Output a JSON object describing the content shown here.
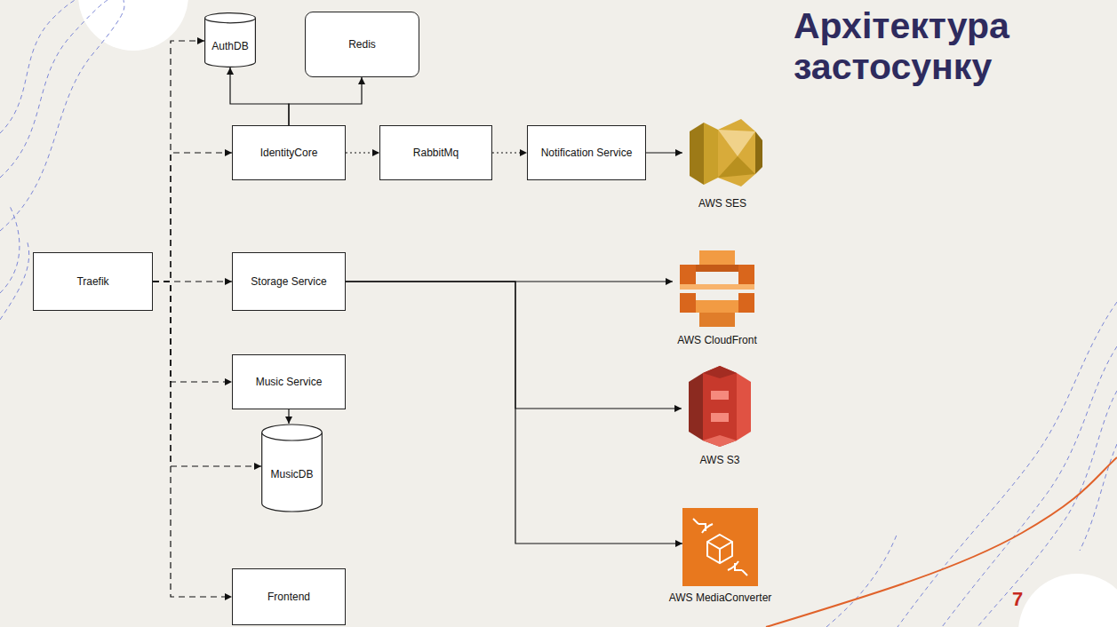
{
  "diagram": {
    "title": "Архітектура застосунку",
    "nodes": [
      {
        "text": [
          "AuthDB"
        ]
      },
      {
        "text": [
          "Redis"
        ]
      },
      {
        "text": [
          "IdentityCore"
        ]
      },
      {
        "text": [
          "RabbitMq"
        ]
      },
      {
        "text": [
          "Notification Service"
        ]
      },
      {
        "text": [
          "AWS SES"
        ]
      },
      {
        "text": [
          "Traefik"
        ]
      },
      {
        "text": [
          "Storage Service"
        ]
      },
      {
        "text": [
          "AWS CloudFront"
        ]
      },
      {
        "text": [
          "Music Service"
        ]
      },
      {
        "text": [
          "AWS S3"
        ]
      },
      {
        "text": [
          "MusicDB"
        ]
      },
      {
        "text": [
          "AWS MediaConverter"
        ]
      },
      {
        "text": [
          "Frontend"
        ]
      }
    ],
    "edges": [
      {
        "from": 2,
        "to": 0,
        "arrow": "to"
      },
      {
        "from": 2,
        "to": 1,
        "arrow": "to"
      },
      {
        "from": 2,
        "to": 3,
        "arrow": "to"
      },
      {
        "from": 3,
        "to": 4,
        "arrow": "to"
      },
      {
        "from": 4,
        "to": 5,
        "arrow": "to"
      },
      {
        "from": 6,
        "to": 0,
        "arrow": "to"
      },
      {
        "from": 6,
        "to": 2,
        "arrow": "to"
      },
      {
        "from": 6,
        "to": 7,
        "arrow": "to"
      },
      {
        "from": 6,
        "to": 9,
        "arrow": "to"
      },
      {
        "from": 6,
        "to": 11,
        "arrow": "to"
      },
      {
        "from": 6,
        "to": 13,
        "arrow": "to"
      },
      {
        "from": 7,
        "to": 8,
        "arrow": "to"
      },
      {
        "from": 7,
        "to": 10,
        "arrow": "to"
      },
      {
        "from": 7,
        "to": 12,
        "arrow": "to"
      },
      {
        "from": 9,
        "to": 11,
        "arrow": "to"
      }
    ],
    "labels": [
      "7"
    ]
  }
}
